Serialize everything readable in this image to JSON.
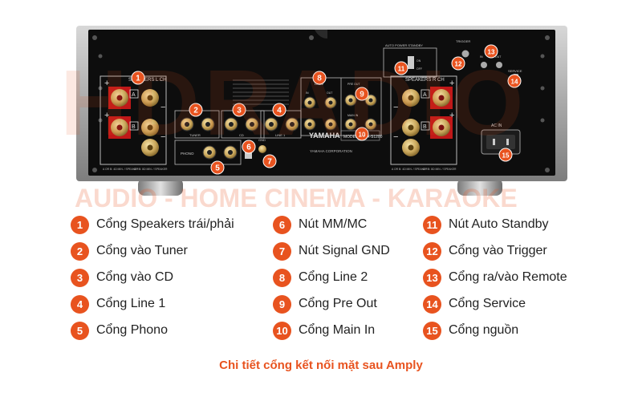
{
  "watermark": {
    "brand": "HDRADIO",
    "tagline": "AUDIO - HOME CINEMA - KARAOKE"
  },
  "device": {
    "brand": "YAMAHA",
    "model": "MODEL NO. A-S1200",
    "corporation": "YAMAHA CORPORATION",
    "labels": {
      "speakers_left": "SPEAKERS L CH",
      "speakers_right": "SPEAKERS R CH",
      "terminal_a": "A",
      "terminal_b": "B",
      "tuner": "TUNER",
      "cd": "CD",
      "line1": "LINE 1",
      "line2": "LINE2",
      "in": "IN",
      "out": "OUT",
      "pre_out": "PRE OUT",
      "main_in": "MAIN IN",
      "phono": "PHONO",
      "gnd": "GND",
      "mm": "MM",
      "mc": "MC",
      "auto_power_standby": "AUTO POWER STANDBY",
      "on": "ON",
      "off": "OFF",
      "trigger": "TRIGGER",
      "service": "SERVICE",
      "ac_in": "AC IN",
      "impedance_a": "A OR B: 4Ω MIN. / SPEAKER",
      "impedance_b": "A + B: 8Ω MIN. / SPEAKER"
    }
  },
  "legend": [
    {
      "num": "1",
      "label": "Cổng Speakers trái/phải"
    },
    {
      "num": "2",
      "label": "Cổng vào Tuner"
    },
    {
      "num": "3",
      "label": "Cổng vào CD"
    },
    {
      "num": "4",
      "label": "Cổng Line 1"
    },
    {
      "num": "5",
      "label": "Cổng Phono"
    },
    {
      "num": "6",
      "label": "Nút MM/MC"
    },
    {
      "num": "7",
      "label": "Nút Signal GND"
    },
    {
      "num": "8",
      "label": "Cổng Line 2"
    },
    {
      "num": "9",
      "label": "Cổng Pre Out"
    },
    {
      "num": "10",
      "label": "Cổng Main In"
    },
    {
      "num": "11",
      "label": "Nút Auto Standby"
    },
    {
      "num": "12",
      "label": "Cổng vào Trigger"
    },
    {
      "num": "13",
      "label": "Cổng ra/vào Remote"
    },
    {
      "num": "14",
      "label": "Cổng Service"
    },
    {
      "num": "15",
      "label": "Cổng nguồn"
    }
  ],
  "caption": "Chi tiết cổng kết nối mặt sau Amply",
  "colors": {
    "accent": "#e8531f",
    "panel": "#0d0d0d",
    "chassis": "#c9c9c9",
    "gold": "#c9a65a"
  }
}
